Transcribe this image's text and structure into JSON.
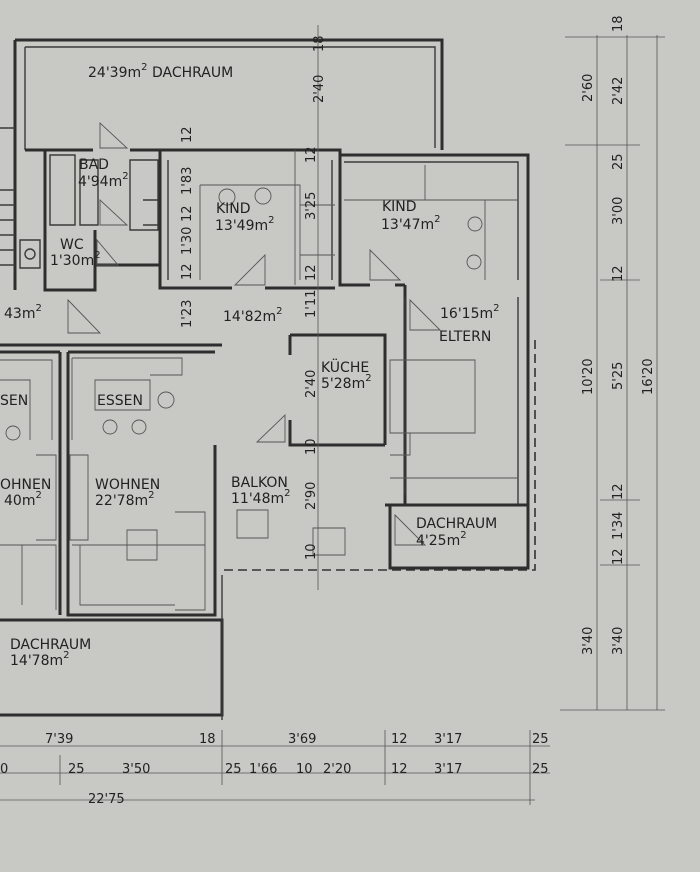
{
  "rooms": {
    "dachraum_top": {
      "name": "DACHRAUM",
      "area": "24'39m",
      "unit_sup": "2"
    },
    "bad": {
      "name": "BAD",
      "area": "4'94m",
      "unit_sup": "2"
    },
    "wc": {
      "name": "WC",
      "area": "1'30m",
      "unit_sup": "2"
    },
    "kind1": {
      "name": "KIND",
      "area": "13'49m",
      "unit_sup": "2"
    },
    "kind2": {
      "name": "KIND",
      "area": "13'47m",
      "unit_sup": "2"
    },
    "flur": {
      "area": "14'82m",
      "unit_sup": "2"
    },
    "flur_left": {
      "area": "43m",
      "unit_sup": "2"
    },
    "eltern": {
      "name": "ELTERN",
      "area": "16'15m",
      "unit_sup": "2"
    },
    "kueche": {
      "name": "KÜCHE",
      "area": "5'28m",
      "unit_sup": "2"
    },
    "essen_left": {
      "name": "SEN"
    },
    "essen": {
      "name": "ESSEN"
    },
    "wohnen_left": {
      "name": "OHNEN",
      "area": "40m",
      "unit_sup": "2"
    },
    "wohnen": {
      "name": "WOHNEN",
      "area": "22'78m",
      "unit_sup": "2"
    },
    "balkon": {
      "name": "BALKON",
      "area": "11'48m",
      "unit_sup": "2"
    },
    "dachraum_small": {
      "name": "DACHRAUM",
      "area": "4'25m",
      "unit_sup": "2"
    },
    "dachraum_bottom": {
      "name": "DACHRAUM",
      "area": "14'78m",
      "unit_sup": "2"
    }
  },
  "dimensions": {
    "inner_vertical": [
      "18",
      "2'40",
      "12",
      "1'83",
      "12",
      "1'30",
      "12",
      "1'23",
      "12",
      "3'25",
      "12",
      "1'11",
      "2'40",
      "10",
      "2'90",
      "10"
    ],
    "right_col1": [
      "2'60",
      "10'20",
      "3'40"
    ],
    "right_col2": [
      "18",
      "2'42",
      "25",
      "3'00",
      "12",
      "5'25",
      "12",
      "1'34",
      "12",
      "3'40"
    ],
    "right_col3": [
      "16'20"
    ],
    "bottom_row1": [
      "7'39",
      "18",
      "3'69",
      "12",
      "3'17",
      "25"
    ],
    "bottom_row2": [
      "0",
      "25",
      "3'50",
      "25",
      "1'66",
      "10",
      "2'20",
      "12",
      "3'17",
      "25"
    ],
    "bottom_total": "22'75"
  }
}
